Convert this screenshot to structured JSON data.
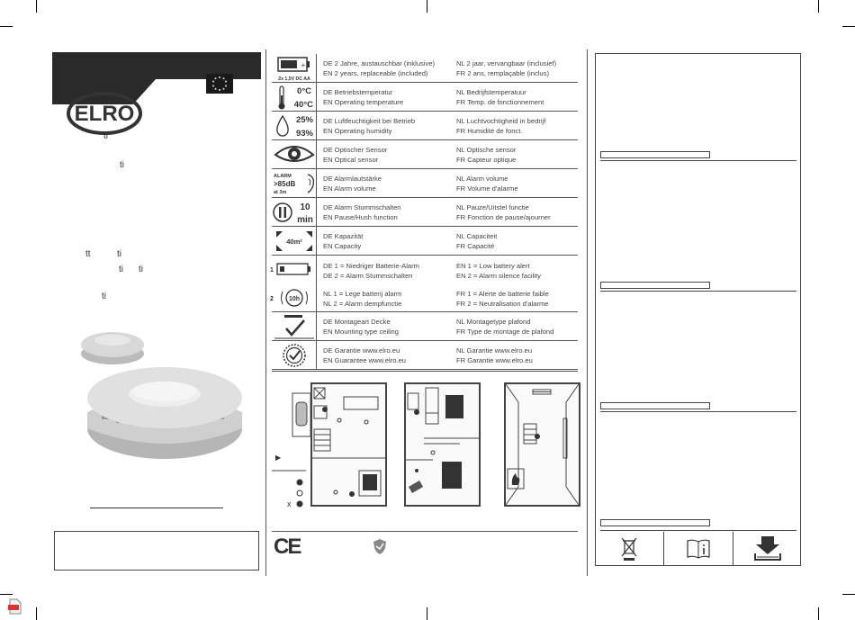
{
  "left": {
    "brand": "ELRO",
    "fragments": [
      "ti",
      "ti",
      "tt",
      "ti",
      "ti",
      "ti",
      "ti"
    ]
  },
  "table": [
    {
      "id": "battery",
      "icon_caption": "2x 1,5V DC AA",
      "de": "DE 2 Jahre, austauschbar (inklusive)",
      "en": "EN 2 years, replaceable (included)",
      "nl": "NL 2 jaar, vervangbaar (inclusief)",
      "fr": "FR 2 ans, remplaçable (inclus)"
    },
    {
      "id": "temperature",
      "icon_top": "0°C",
      "icon_bottom": "40°C",
      "de": "DE Betriebstemperatur",
      "en": "EN Operating temperature",
      "nl": "NL Bedrijfstemperatuur",
      "fr": "FR Temp. de fonctionnement"
    },
    {
      "id": "humidity",
      "icon_top": "25%",
      "icon_bottom": "93%",
      "de": "DE Luftfeuchtigkeit bei Betrieb",
      "en": "EN Operating humidity",
      "nl": "NL Luchtvochtigheid in bedrijf",
      "fr": "FR Humidité de fonct."
    },
    {
      "id": "optical",
      "de": "DE Optischer Sensor",
      "en": "EN Optical sensor",
      "nl": "NL Optische sensor",
      "fr": "FR Capteur optique"
    },
    {
      "id": "volume",
      "icon_l1": "ALARM",
      "icon_l2": ">85dB",
      "icon_l3": "at 3m",
      "de": "DE Alarmlautstärke",
      "en": "EN Alarm volume",
      "nl": "NL Alarm volume",
      "fr": "FR Volume d'alarme"
    },
    {
      "id": "hush",
      "icon_top": "10",
      "icon_bottom": "min",
      "de": "DE Alarm Stummschalten",
      "en": "EN Pause/Hush function",
      "nl": "NL Pauze/Uitstel functie",
      "fr": "FR Fonction de pause/ajourner"
    },
    {
      "id": "capacity",
      "icon_caption": "40m²",
      "de": "DE Kapazität",
      "en": "EN Capacity",
      "nl": "NL Capaciteit",
      "fr": "FR Capacité"
    }
  ],
  "indicator": {
    "num1": "1",
    "num2": "2",
    "icon_caption": "10h",
    "a1": "DE 1 = Niedriger Batterie-Alarm",
    "a2": "DE 2 = Alarm Stummschalten",
    "b1": "EN 1 = Low battery alert",
    "b2": "EN 2 = Alarm silence facility",
    "c1": "NL 1 = Lege batterij alarm",
    "c2": "NL 2 = Alarm dempfunctie",
    "d1": "FR 1 = Alerte de batterie faible",
    "d2": "FR 2 = Neutralisation d'alarme"
  },
  "table2": [
    {
      "id": "ceiling",
      "de": "DE Montageart Decke",
      "en": "EN Mounting type ceiling",
      "nl": "NL Montagetype plafond",
      "fr": "FR Type de montage de plafond"
    },
    {
      "id": "guarantee",
      "de": "DE Garantie www.elro.eu",
      "en": "EN Guarantee www.elro.eu",
      "nl": "NL Garantie www.elro.eu",
      "fr": "FR Garantie www.elro.eu"
    }
  ],
  "footer": {
    "ce": "CE",
    "plan_marker": "x"
  }
}
